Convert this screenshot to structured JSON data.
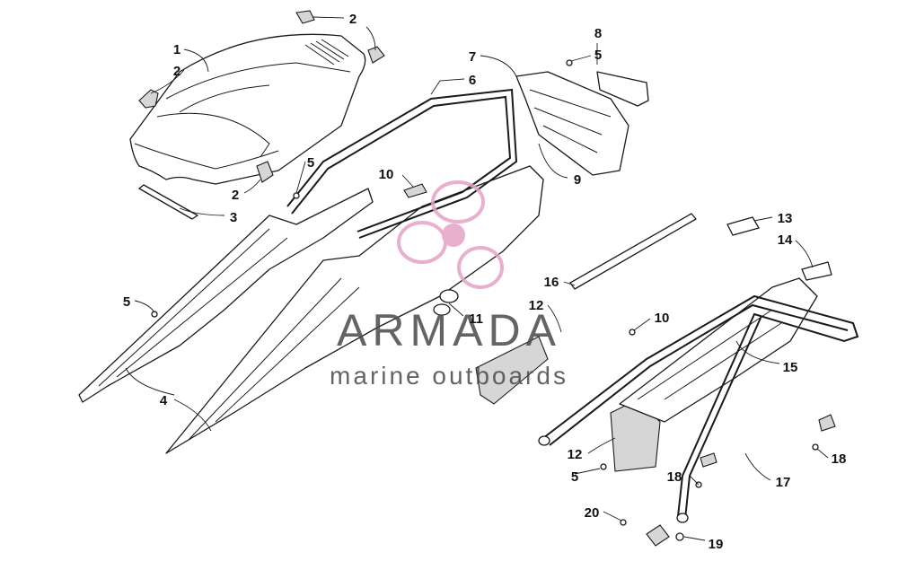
{
  "watermark": {
    "title": "ARMADA",
    "subtitle": "marine outboards",
    "logo_icon": "propeller-logo-icon",
    "logo_color": "#e6a2c6"
  },
  "callouts": [
    {
      "id": "c1",
      "label": "1"
    },
    {
      "id": "c2a",
      "label": "2"
    },
    {
      "id": "c2b",
      "label": "2"
    },
    {
      "id": "c2c",
      "label": "2"
    },
    {
      "id": "c3",
      "label": "3"
    },
    {
      "id": "c4",
      "label": "4"
    },
    {
      "id": "c5a",
      "label": "5"
    },
    {
      "id": "c5b",
      "label": "5"
    },
    {
      "id": "c5c",
      "label": "5"
    },
    {
      "id": "c5d",
      "label": "5"
    },
    {
      "id": "c6",
      "label": "6"
    },
    {
      "id": "c7",
      "label": "7"
    },
    {
      "id": "c8",
      "label": "8"
    },
    {
      "id": "c9",
      "label": "9"
    },
    {
      "id": "c10a",
      "label": "10"
    },
    {
      "id": "c10b",
      "label": "10"
    },
    {
      "id": "c11",
      "label": "11"
    },
    {
      "id": "c12a",
      "label": "12"
    },
    {
      "id": "c12b",
      "label": "12"
    },
    {
      "id": "c13",
      "label": "13"
    },
    {
      "id": "c14",
      "label": "14"
    },
    {
      "id": "c15",
      "label": "15"
    },
    {
      "id": "c16",
      "label": "16"
    },
    {
      "id": "c17",
      "label": "17"
    },
    {
      "id": "c18a",
      "label": "18"
    },
    {
      "id": "c18b",
      "label": "18"
    },
    {
      "id": "c19",
      "label": "19"
    },
    {
      "id": "c20",
      "label": "20"
    }
  ]
}
